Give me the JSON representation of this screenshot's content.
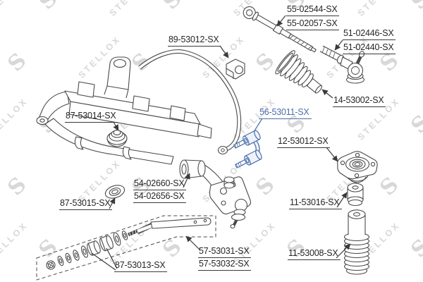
{
  "watermark": {
    "logo": "S",
    "text": "STELLOX"
  },
  "colors": {
    "line": "#444444",
    "highlight": "#4a6fa8",
    "label_text": "#262626",
    "watermark": "#cfcfcf"
  },
  "labels": {
    "inner_tie_rod_a": "55-02544-SX",
    "inner_tie_rod_b": "55-02057-SX",
    "tie_rod_end_a": "51-02446-SX",
    "tie_rod_end_b": "51-02440-SX",
    "stab_bar_bushing": "89-53012-SX",
    "steering_boot": "14-53002-SX",
    "subframe_mount_front": "87-53014-SX",
    "stab_link": "56-53011-SX",
    "strut_mount": "12-53012-SX",
    "control_arm_a": "54-02660-SX",
    "control_arm_b": "54-02656-SX",
    "subframe_mount_rear": "87-53015-SX",
    "bump_stop": "11-53016-SX",
    "tension_rod_a": "57-53031-SX",
    "tension_rod_b": "57-53032-SX",
    "dust_boot": "11-53008-SX",
    "tension_rod_bushings": "87-53013-SX"
  }
}
